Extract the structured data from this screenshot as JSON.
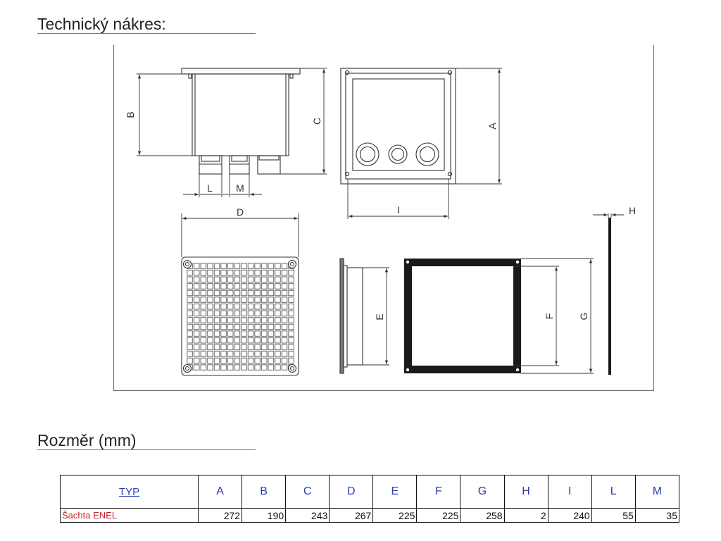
{
  "headings": {
    "drawing": "Technický nákres:",
    "dimensions": "Rozměr (mm)"
  },
  "drawing_labels": {
    "A": "A",
    "B": "B",
    "C": "C",
    "D": "D",
    "E": "E",
    "F": "F",
    "G": "G",
    "H": "H",
    "I": "I",
    "L": "L",
    "M": "M"
  },
  "table": {
    "columns": [
      "TYP",
      "A",
      "B",
      "C",
      "D",
      "E",
      "F",
      "G",
      "H",
      "I",
      "L",
      "M"
    ],
    "rows": [
      {
        "name": "Šachta ENEL",
        "values": [
          "272",
          "190",
          "243",
          "267",
          "225",
          "225",
          "258",
          "2",
          "240",
          "55",
          "35"
        ]
      }
    ]
  },
  "colors": {
    "underline": "#e05050",
    "header_text": "#2b3cb0",
    "row_name_text": "#c0292b"
  }
}
